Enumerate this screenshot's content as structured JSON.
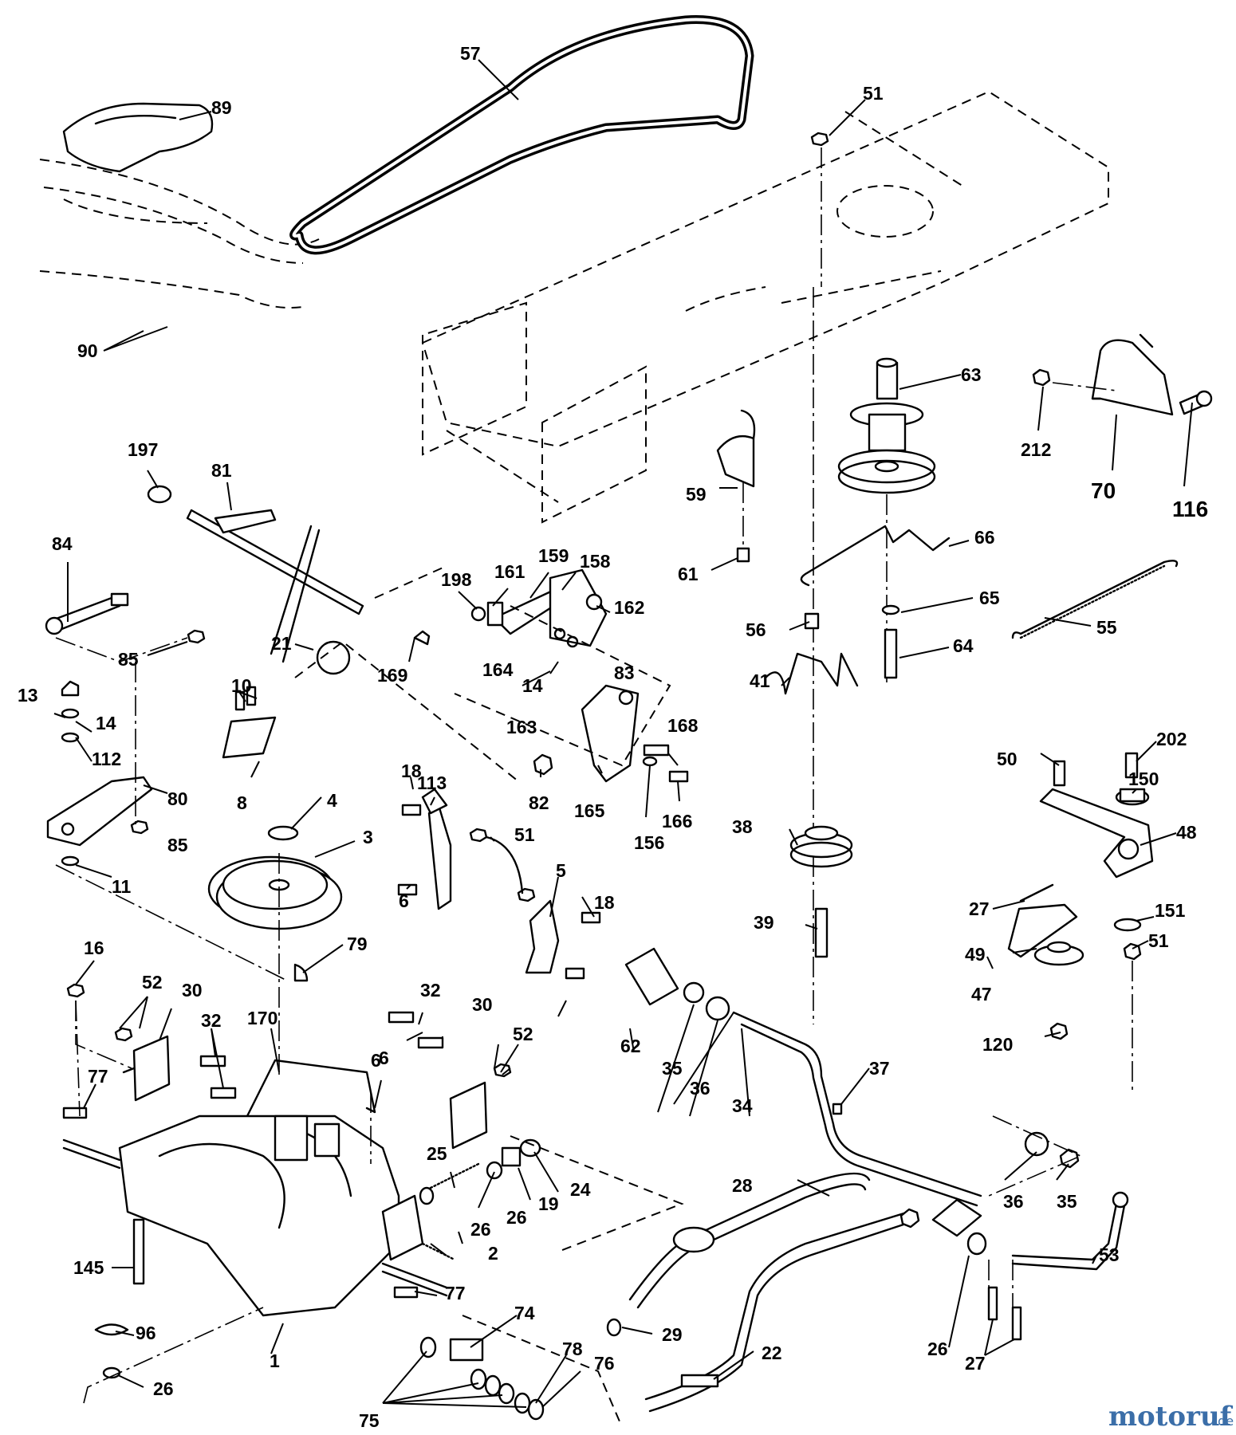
{
  "watermark": {
    "text": "motoruf",
    "suffix": ".de",
    "color_main": "#3b6ea8",
    "color_o": "#d9a21b"
  },
  "callouts": [
    {
      "id": "57"
    },
    {
      "id": "51"
    },
    {
      "id": "89"
    },
    {
      "id": "90"
    },
    {
      "id": "63"
    },
    {
      "id": "212"
    },
    {
      "id": "70",
      "big": true
    },
    {
      "id": "116",
      "big": true
    },
    {
      "id": "197"
    },
    {
      "id": "81"
    },
    {
      "id": "59"
    },
    {
      "id": "66"
    },
    {
      "id": "61"
    },
    {
      "id": "84"
    },
    {
      "id": "198"
    },
    {
      "id": "161"
    },
    {
      "id": "159"
    },
    {
      "id": "158"
    },
    {
      "id": "162"
    },
    {
      "id": "65"
    },
    {
      "id": "55"
    },
    {
      "id": "56"
    },
    {
      "id": "64"
    },
    {
      "id": "85"
    },
    {
      "id": "21"
    },
    {
      "id": "169"
    },
    {
      "id": "164"
    },
    {
      "id": "14"
    },
    {
      "id": "83"
    },
    {
      "id": "163"
    },
    {
      "id": "10"
    },
    {
      "id": "41"
    },
    {
      "id": "13"
    },
    {
      "id": "14"
    },
    {
      "id": "112"
    },
    {
      "id": "168"
    },
    {
      "id": "50"
    },
    {
      "id": "202"
    },
    {
      "id": "80"
    },
    {
      "id": "8"
    },
    {
      "id": "82"
    },
    {
      "id": "165"
    },
    {
      "id": "18"
    },
    {
      "id": "113"
    },
    {
      "id": "166"
    },
    {
      "id": "150"
    },
    {
      "id": "4"
    },
    {
      "id": "51"
    },
    {
      "id": "156"
    },
    {
      "id": "38"
    },
    {
      "id": "48"
    },
    {
      "id": "85"
    },
    {
      "id": "3"
    },
    {
      "id": "11"
    },
    {
      "id": "6"
    },
    {
      "id": "5"
    },
    {
      "id": "18"
    },
    {
      "id": "27"
    },
    {
      "id": "151"
    },
    {
      "id": "39"
    },
    {
      "id": "79"
    },
    {
      "id": "49"
    },
    {
      "id": "51"
    },
    {
      "id": "16"
    },
    {
      "id": "52"
    },
    {
      "id": "30"
    },
    {
      "id": "32"
    },
    {
      "id": "6"
    },
    {
      "id": "62"
    },
    {
      "id": "35"
    },
    {
      "id": "36"
    },
    {
      "id": "34"
    },
    {
      "id": "47"
    },
    {
      "id": "120"
    },
    {
      "id": "170"
    },
    {
      "id": "32"
    },
    {
      "id": "30"
    },
    {
      "id": "52"
    },
    {
      "id": "6"
    },
    {
      "id": "37"
    },
    {
      "id": "77"
    },
    {
      "id": "25"
    },
    {
      "id": "24"
    },
    {
      "id": "26"
    },
    {
      "id": "19"
    },
    {
      "id": "26"
    },
    {
      "id": "28"
    },
    {
      "id": "36"
    },
    {
      "id": "35"
    },
    {
      "id": "2"
    },
    {
      "id": "53"
    },
    {
      "id": "145"
    },
    {
      "id": "77"
    },
    {
      "id": "29"
    },
    {
      "id": "74"
    },
    {
      "id": "96"
    },
    {
      "id": "78"
    },
    {
      "id": "76"
    },
    {
      "id": "22"
    },
    {
      "id": "26"
    },
    {
      "id": "27"
    },
    {
      "id": "1"
    },
    {
      "id": "26"
    },
    {
      "id": "75"
    }
  ]
}
